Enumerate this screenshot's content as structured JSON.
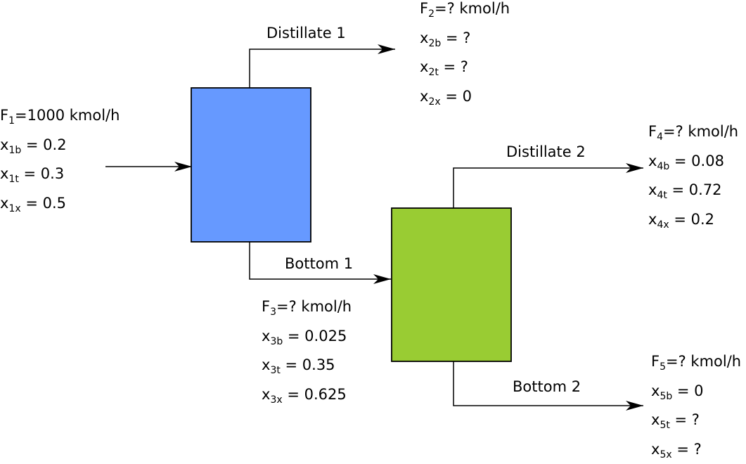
{
  "colors": {
    "column1": "#6699ff",
    "column2": "#99cc33",
    "line": "#000000"
  },
  "stream_labels": {
    "distillate1": "Distillate 1",
    "bottom1": "Bottom 1",
    "distillate2": "Distillate 2",
    "bottom2": "Bottom 2"
  },
  "streams": [
    {
      "id": "feed",
      "flow": {
        "sym": "F",
        "sub": "1",
        "rest": "=1000 kmol/h"
      },
      "fractions": [
        {
          "sym": "x",
          "sub": "1b",
          "rest": " = 0.2"
        },
        {
          "sym": "x",
          "sub": "1t",
          "rest": " = 0.3"
        },
        {
          "sym": "x",
          "sub": "1x",
          "rest": " = 0.5"
        }
      ]
    },
    {
      "id": "stream2",
      "flow": {
        "sym": "F",
        "sub": "2",
        "rest": "=? kmol/h"
      },
      "fractions": [
        {
          "sym": "x",
          "sub": "2b",
          "rest": " = ?"
        },
        {
          "sym": "x",
          "sub": "2t",
          "rest": " = ?"
        },
        {
          "sym": "x",
          "sub": "2x",
          "rest": " = 0"
        }
      ]
    },
    {
      "id": "stream3",
      "flow": {
        "sym": "F",
        "sub": "3",
        "rest": "=? kmol/h"
      },
      "fractions": [
        {
          "sym": "x",
          "sub": "3b",
          "rest": " = 0.025"
        },
        {
          "sym": "x",
          "sub": "3t",
          "rest": " = 0.35"
        },
        {
          "sym": "x",
          "sub": "3x",
          "rest": " = 0.625"
        }
      ]
    },
    {
      "id": "stream4",
      "flow": {
        "sym": "F",
        "sub": "4",
        "rest": "=? kmol/h"
      },
      "fractions": [
        {
          "sym": "x",
          "sub": "4b",
          "rest": " = 0.08"
        },
        {
          "sym": "x",
          "sub": "4t",
          "rest": " = 0.72"
        },
        {
          "sym": "x",
          "sub": "4x",
          "rest": " = 0.2"
        }
      ]
    },
    {
      "id": "stream5",
      "flow": {
        "sym": "F",
        "sub": "5",
        "rest": "=? kmol/h"
      },
      "fractions": [
        {
          "sym": "x",
          "sub": "5b",
          "rest": " = 0"
        },
        {
          "sym": "x",
          "sub": "5t",
          "rest": " = ?"
        },
        {
          "sym": "x",
          "sub": "5x",
          "rest": " = ?"
        }
      ]
    }
  ]
}
